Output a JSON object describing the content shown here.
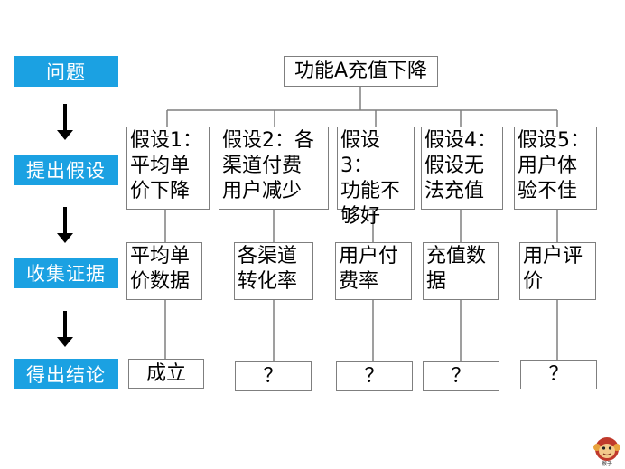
{
  "steps": [
    "问题",
    "提出假设",
    "收集证据",
    "得出结论"
  ],
  "problem": "功能A充值下降",
  "hypotheses": [
    "假设1：\n平均单\n价下降",
    "假设2：各\n渠道付费\n用户减少",
    "假设3：\n功能不\n够好",
    "假设4：\n假设无\n法充值",
    "假设5：\n用户体\n验不佳"
  ],
  "evidence": [
    "平均单\n价数据",
    "各渠道\n转化率",
    "用户付\n费率",
    "充值数\n据",
    "用户评\n价"
  ],
  "conclusions": [
    "成立",
    "？",
    "？",
    "？",
    "？"
  ],
  "logo_text": "猴子",
  "colors": {
    "step_bg": "#1ba1e2",
    "line": "#7f7f7f",
    "logo_face": "#c0392b"
  }
}
